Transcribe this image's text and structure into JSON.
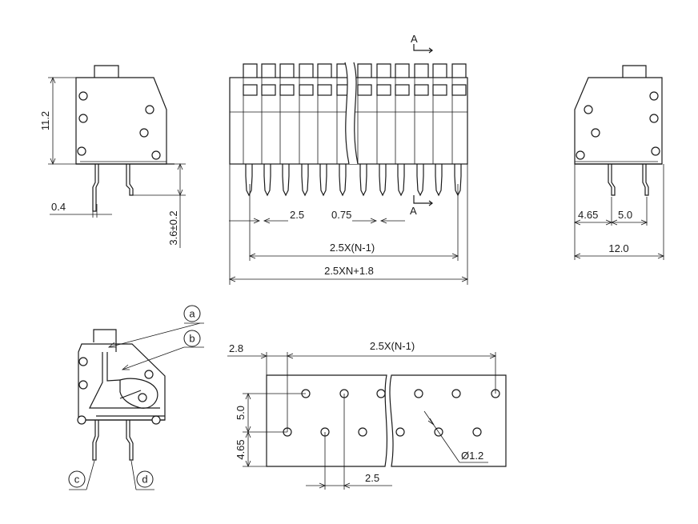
{
  "dimensions": {
    "side_height": "11.2",
    "pin_thickness": "0.4",
    "pin_length": "3.6±0.2",
    "pitch_small": "2.5",
    "pin_gap": "0.75",
    "span_pitch": "2.5X(N-1)",
    "total_length": "2.5XN+1.8",
    "right_offset_a": "4.65",
    "right_offset_b": "5.0",
    "right_width": "12.0",
    "pcb_edge": "2.8",
    "pcb_span": "2.5X(N-1)",
    "pcb_row_pitch": "5.0",
    "pcb_row_offset": "4.65",
    "pcb_pitch": "2.5",
    "hole_diameter": "Ø1.2"
  },
  "section_marks": {
    "top": "A",
    "bottom": "A"
  },
  "callouts": {
    "a": "a",
    "b": "b",
    "c": "c",
    "d": "d"
  }
}
